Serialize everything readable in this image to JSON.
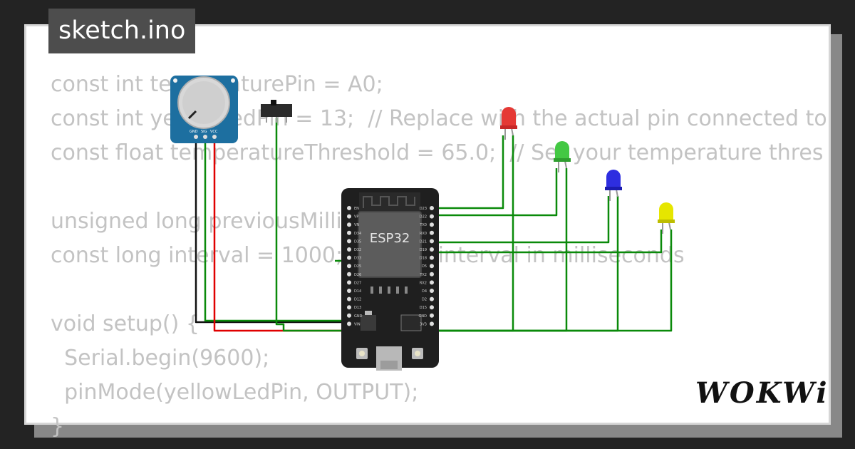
{
  "tab": {
    "filename": "sketch.ino"
  },
  "code_lines": [
    "const int temperaturePin = A0;",
    "const int yellowLedPin = 13;  // Replace with the actual pin connected to",
    "const float temperatureThreshold = 65.0;  // Set your temperature thres",
    "",
    "unsigned long previousMillis",
    "const long interval = 1000;           g interval in milliseconds",
    "",
    "void setup() {",
    "  Serial.begin(9600);",
    "  pinMode(yellowLedPin, OUTPUT);",
    "}"
  ],
  "board": {
    "label": "ESP32",
    "left_pins": [
      "EN",
      "VP",
      "VN",
      "D34",
      "D35",
      "D32",
      "D33",
      "D25",
      "D26",
      "D27",
      "D14",
      "D12",
      "D13",
      "GND",
      "VIN"
    ],
    "right_pins": [
      "D23",
      "D22",
      "TX0",
      "RX0",
      "D21",
      "D19",
      "D18",
      "D5",
      "TX2",
      "RX2",
      "D4",
      "D2",
      "D15",
      "GND",
      "3V3"
    ]
  },
  "potentiometer": {
    "pins": [
      "GND",
      "SIG",
      "VCC"
    ]
  },
  "leds": [
    {
      "name": "red",
      "color": "#e53935"
    },
    {
      "name": "green",
      "color": "#43c843"
    },
    {
      "name": "blue",
      "color": "#2e2ee0"
    },
    {
      "name": "yellow",
      "color": "#e6e600"
    }
  ],
  "colors": {
    "wire_green": "#0a8a0a",
    "wire_red": "#e00000",
    "wire_black": "#111111",
    "tab_bg": "#4d4d4d",
    "potentiometer_blue": "#1d6fa0"
  },
  "logo": {
    "text": "WOKWi"
  }
}
